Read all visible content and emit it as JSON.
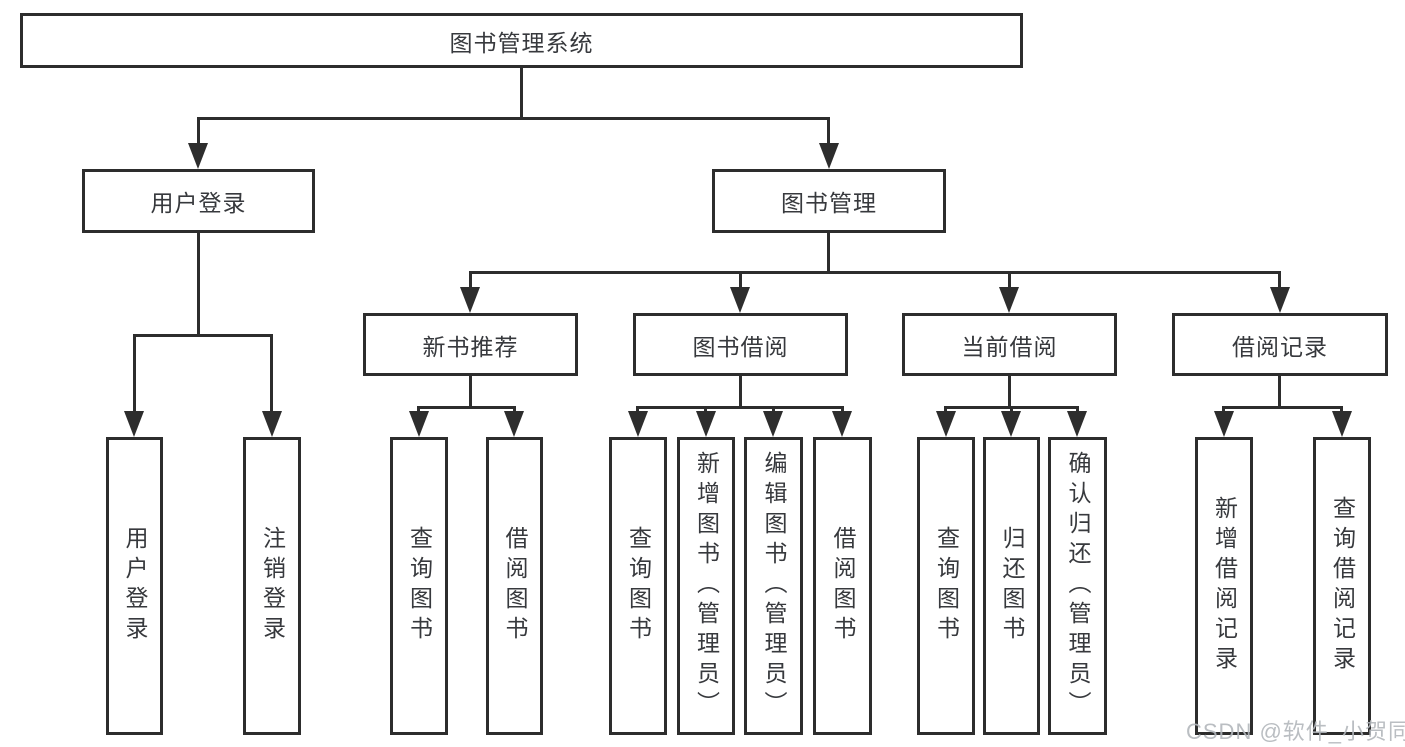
{
  "colors": {
    "line": "#2d2d2d",
    "text": "#37393d",
    "background": "#ffffff",
    "watermark": "#b3b7bc"
  },
  "watermark": {
    "text": "CSDN @软件_小贺同学"
  },
  "diagram": {
    "type": "hierarchy-tree",
    "root": {
      "id": "library-management-system",
      "label": "图书管理系统"
    },
    "level2": [
      {
        "id": "user-login",
        "label": "用户登录",
        "parent": "library-management-system"
      },
      {
        "id": "book-management",
        "label": "图书管理",
        "parent": "library-management-system"
      }
    ],
    "level3": [
      {
        "id": "new-book-recommendation",
        "label": "新书推荐",
        "parent": "book-management"
      },
      {
        "id": "book-borrowing",
        "label": "图书借阅",
        "parent": "book-management"
      },
      {
        "id": "current-borrowing",
        "label": "当前借阅",
        "parent": "book-management"
      },
      {
        "id": "borrowing-records",
        "label": "借阅记录",
        "parent": "book-management"
      }
    ],
    "leaves": [
      {
        "id": "user-login-action",
        "label": "用户登录",
        "parent": "user-login"
      },
      {
        "id": "logout-action",
        "label": "注销登录",
        "parent": "user-login"
      },
      {
        "id": "query-books-recommend",
        "label": "查询图书",
        "parent": "new-book-recommendation"
      },
      {
        "id": "borrow-books-recommend",
        "label": "借阅图书",
        "parent": "new-book-recommendation"
      },
      {
        "id": "query-books-borrowing",
        "label": "查询图书",
        "parent": "book-borrowing"
      },
      {
        "id": "add-books-admin",
        "label": "新增图书（管理员）",
        "parent": "book-borrowing"
      },
      {
        "id": "edit-books-admin",
        "label": "编辑图书（管理员）",
        "parent": "book-borrowing"
      },
      {
        "id": "borrow-books-borrowing",
        "label": "借阅图书",
        "parent": "book-borrowing"
      },
      {
        "id": "query-books-current",
        "label": "查询图书",
        "parent": "current-borrowing"
      },
      {
        "id": "return-books",
        "label": "归还图书",
        "parent": "current-borrowing"
      },
      {
        "id": "confirm-return-admin",
        "label": "确认归还（管理员）",
        "parent": "current-borrowing"
      },
      {
        "id": "add-borrowing-record",
        "label": "新增借阅记录",
        "parent": "borrowing-records"
      },
      {
        "id": "query-borrowing-record",
        "label": "查询借阅记录",
        "parent": "borrowing-records"
      }
    ]
  }
}
